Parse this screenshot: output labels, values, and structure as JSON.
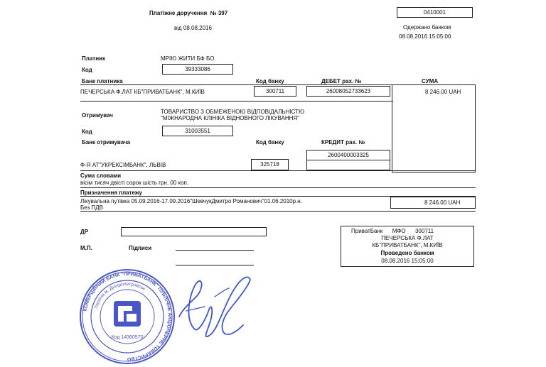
{
  "header": {
    "title": "Платіжне доручення",
    "number": "№ 397",
    "date": "від 08.08.2016",
    "form_code": "0410001",
    "received_label": "Одержано банком",
    "received_datetime": "08.08.2016 15:05:00"
  },
  "payer": {
    "label": "Платник",
    "name": "МРІЮ ЖИТИ БФ БО",
    "code_label": "Код",
    "code": "39333086",
    "bank_label": "Банк платника",
    "bank_name": "ПЕЧЕРСЬКА Ф.ЛАТ КБ\"ПРИВАТБАНК\", М.КИЇВ",
    "bank_code_label": "Код банку",
    "bank_code": "300711",
    "debit_label": "ДЕБЕТ рах. №",
    "debit_account": "26008052733623",
    "sum_label": "СУМА",
    "sum": "8 246.00 UAH"
  },
  "recipient": {
    "label": "Отримувач",
    "name_line1": "ТОВАРИСТВО З ОБМЕЖЕНОЮ ВІДПОВІДАЛЬНІСТЮ",
    "name_line2": "\"МІЖНАРОДНА КЛІНІКА ВІДНОВНОГО ЛІКУВАННЯ\"",
    "code_label": "Код",
    "code": "31003551",
    "bank_label": "Банк отримувача",
    "bank_code_label": "Код банку",
    "credit_label": "КРЕДИТ рах. №",
    "credit_account": "2600400003325",
    "bank_name": "Ф-Я АТ\"УКРЕКСІМБАНК\", ЛЬВІВ",
    "bank_code": "325718"
  },
  "amount_words": {
    "label": "Сума словами",
    "value": "вісім тисяч двісті сорок шість грн. 00 коп."
  },
  "purpose": {
    "label": "Призначення платежу",
    "line1": "Лікувальна путівка 05.09.2016-17.09.2016\"ШевчукДмитро Романович\"01.06.2010р.н.",
    "line2": "Без ПДВ",
    "sum": "8 246.00 UAH"
  },
  "footer": {
    "dr_label": "ДР",
    "mp_label": "М.П.",
    "signatures_label": "Підписи"
  },
  "bank_stamp": {
    "bank": "ПриватБанк",
    "mfo_label": "МФО",
    "mfo": "300711",
    "line2": "ПЕЧЕРСЬКА Ф.ЛАТ",
    "line3": "КБ\"ПРИВАТБАНК\", М.КИЇВ",
    "processed_label": "Проведено банком",
    "processed_datetime": "08.08.2016 15:05:00"
  },
  "seal": {
    "outer_text": "КОМЕРЦІЙНИЙ БАНК \"ПРИВАТБАНК\" ПУБЛІЧНЕ АКЦІОНЕРНЕ ТОВАРИСТВО",
    "inner_text": "Україна м. Дніпропетровськ",
    "code": "Код 14360570"
  },
  "colors": {
    "ink": "#111111",
    "stamp": "#4a55c8",
    "signature": "#3f56c9"
  }
}
